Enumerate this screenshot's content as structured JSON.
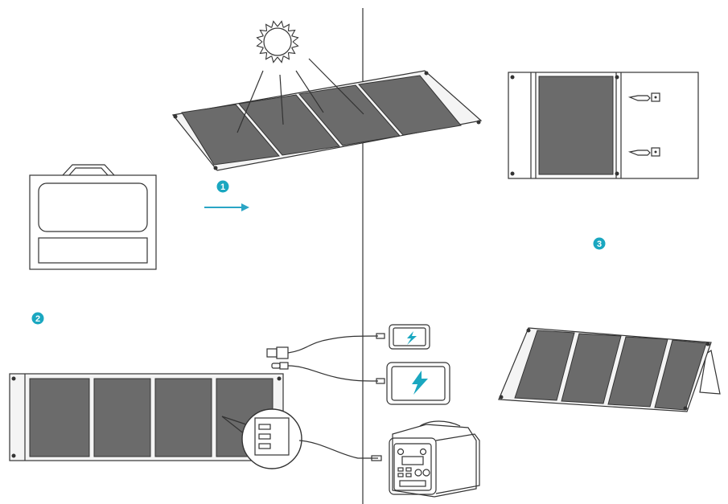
{
  "steps": [
    {
      "label": "1",
      "color": "#1aa7c0"
    },
    {
      "label": "2",
      "color": "#1aa7c0"
    },
    {
      "label": "3",
      "color": "#1aa7c0"
    }
  ],
  "colors": {
    "panel": "#6b6b6b",
    "frame": "#f4f4f4",
    "line": "#333333",
    "arrow": "#2aa5c5"
  },
  "icons": [
    "sun-icon",
    "lightning-icon",
    "usb-plug-icon",
    "power-station-icon"
  ]
}
